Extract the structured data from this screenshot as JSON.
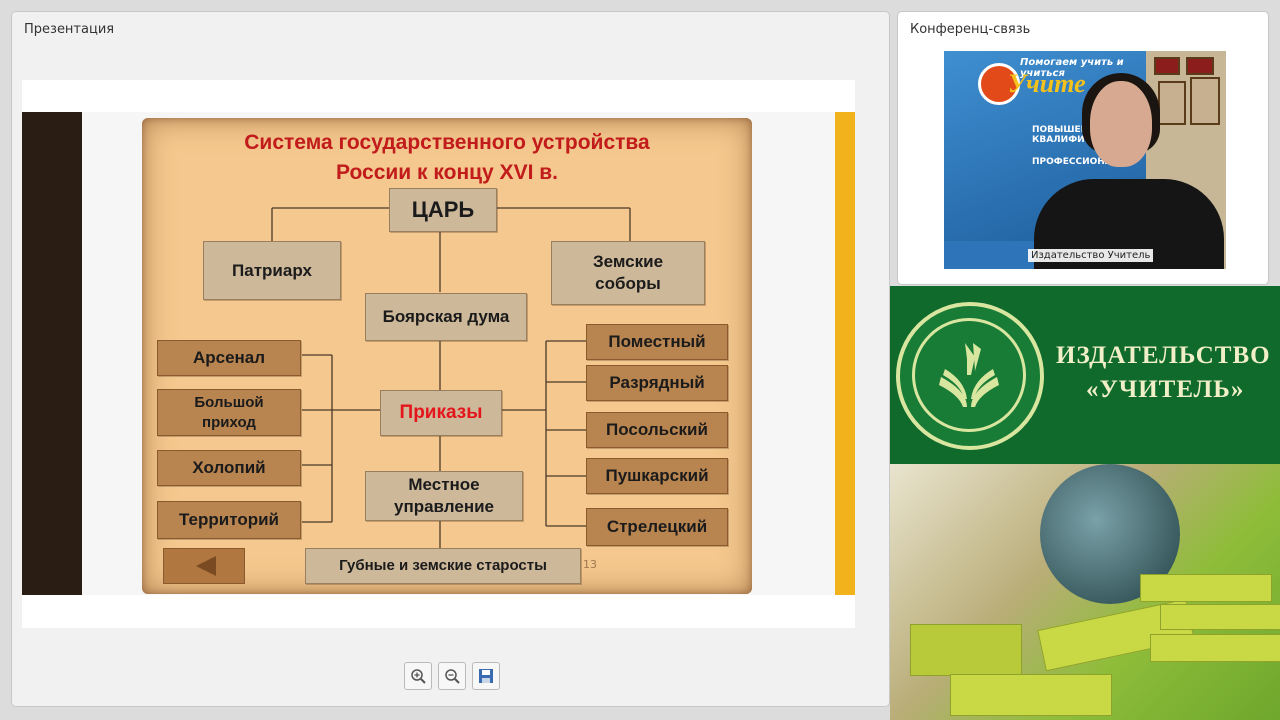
{
  "presentation": {
    "panel_title": "Презентация",
    "slide": {
      "title_line1": "Система государственного устройства",
      "title_line2": "России к концу XVI в.",
      "tsar": "ЦАРЬ",
      "patriarch": "Патриарх",
      "zemsky_line1": "Земские",
      "zemsky_line2": "соборы",
      "boyar_duma": "Боярская дума",
      "prikazy": "Приказы",
      "local_line1": "Местное",
      "local_line2": "управление",
      "gubnye": "Губные и земские старосты",
      "left_boxes": [
        "Арсенал",
        "Большой приход",
        "Холопий",
        "Территорий"
      ],
      "left_box_lines": [
        [
          "Арсенал"
        ],
        [
          "Большой",
          "приход"
        ],
        [
          "Холопий"
        ],
        [
          "Территорий"
        ]
      ],
      "right_boxes": [
        "Поместный",
        "Разрядный",
        "Посольский",
        "Пушкарский",
        "Стрелецкий"
      ],
      "page_number": "13"
    },
    "toolbar": {
      "zoom_in": "zoom-in",
      "zoom_out": "zoom-out",
      "save": "save"
    }
  },
  "conference": {
    "panel_title": "Конференц-связь",
    "video_label": "Издательство Учитель",
    "banner_line1": "Помогаем учить и учиться",
    "banner_brand": "Учите",
    "banner_bullet1": "ПОВЫШЕНИЕ КВАЛИФИКА",
    "banner_bullet2": "ПРОФЕССИОНА"
  },
  "ad": {
    "name_line1": "ИЗДАТЕЛЬСТВО",
    "name_line2": "«УЧИТЕЛЬ»"
  },
  "colors": {
    "slide_title": "#c11b1b",
    "prikazy": "#e4151b",
    "ad_green": "#0f6a2c",
    "accent_band": "#f2b21c"
  }
}
